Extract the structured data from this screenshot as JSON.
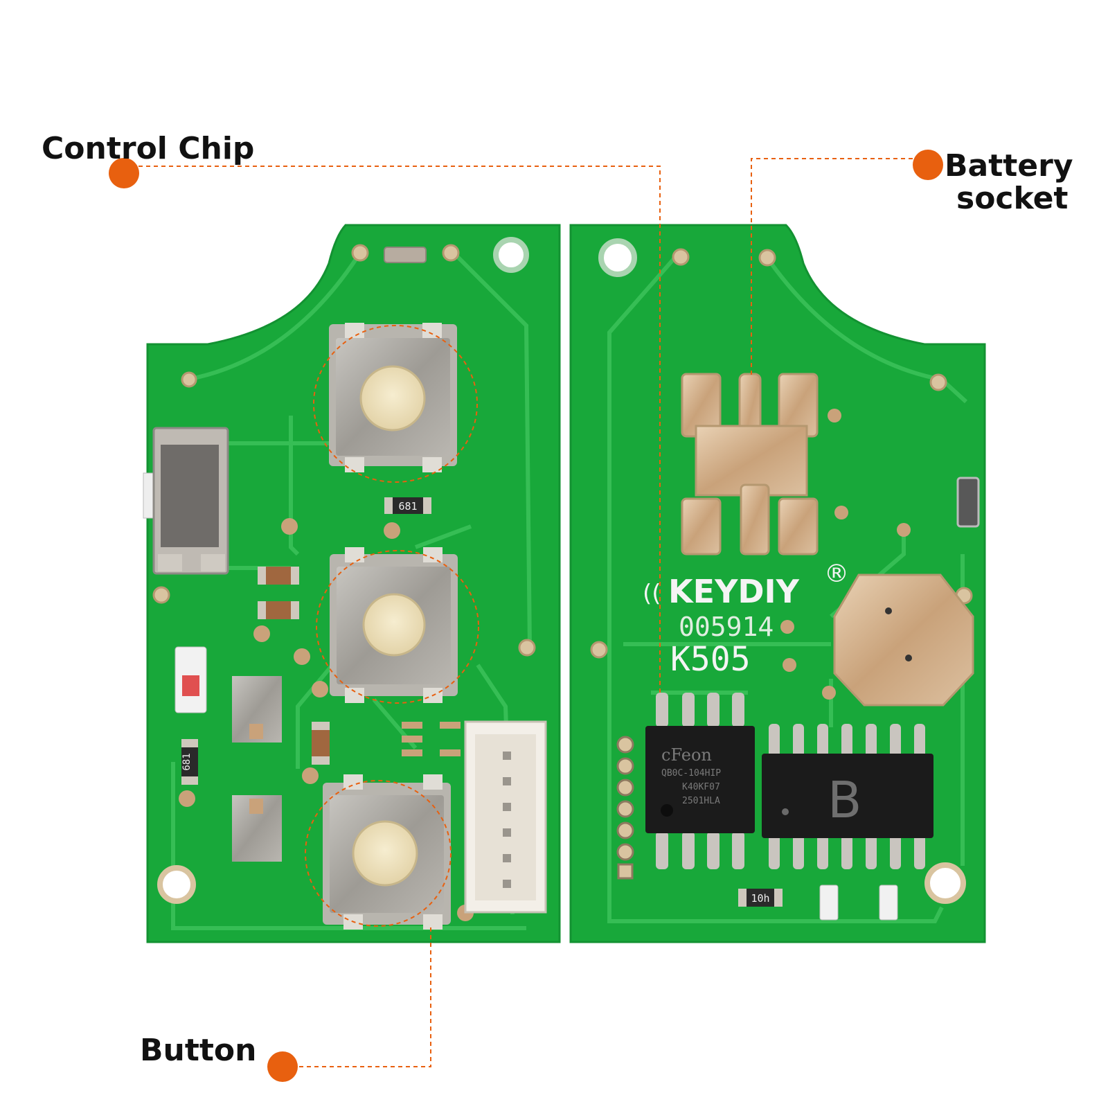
{
  "callouts": {
    "control_chip": "Control Chip",
    "battery_socket_line1": "Battery",
    "battery_socket_line2": "socket",
    "button": "Button"
  },
  "pcb_markings": {
    "brand": "KEYDIY",
    "registered": "®",
    "serial": "005914",
    "model": "K505",
    "chip_brand": "cFeon",
    "chip_line1": "QB0C-104HIP",
    "chip_line2": "K40KF07",
    "chip_line3": "2501HLA",
    "chip2_mark": "B",
    "resistor_a": "681",
    "resistor_b": "681",
    "resistor_c": "10h"
  },
  "colors": {
    "pcb_green": "#18a83a",
    "trace_green": "#3cc25a",
    "accent_orange": "#e8600f",
    "metal": "#a9a6a0",
    "pad_gold": "#c9a27a",
    "chip_black": "#1b1b1b"
  }
}
